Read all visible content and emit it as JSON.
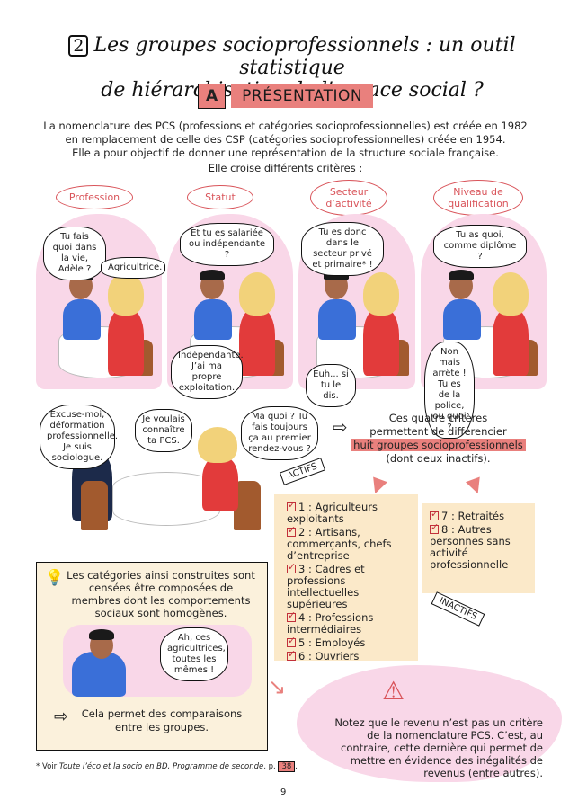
{
  "header": {
    "number": "2",
    "title_line1": "Les groupes socioprofessionnels : un outil statistique",
    "title_line2": "de hiérarchisation de l’espace social ?",
    "section_letter": "A",
    "section_title": "PRÉSENTATION"
  },
  "intro": {
    "line1": "La nomenclature des PCS (professions et catégories socioprofessionnelles) est créée en 1982",
    "line2": "en remplacement de celle des CSP (catégories socioprofessionnelles) créée en 1954.",
    "line3": "Elle a pour objectif de donner une représentation de la structure sociale française.",
    "line4": "Elle croise différents critères :"
  },
  "criteria": [
    "Profession",
    "Statut",
    "Secteur d’activité",
    "Niveau de qualification"
  ],
  "panels": [
    {
      "q": "Tu fais quoi dans la vie, Adèle ?",
      "a": "Agricultrice."
    },
    {
      "q": "Et tu es salariée ou indépendante ?",
      "a": "Indépendante. J’ai ma propre exploitation."
    },
    {
      "q": "Tu es donc dans le secteur privé et primaire* !",
      "a": "Euh... si tu le dis."
    },
    {
      "q": "Tu as quoi, comme diplôme ?",
      "a": "Non mais arrête ! Tu es de la police, ou quoi ?"
    }
  ],
  "panel5": {
    "b1": "Excuse-moi, déformation professionnelle. Je suis sociologue.",
    "b2": "Je voulais connaître ta PCS.",
    "b3": "Ma quoi ? Tu fais toujours ça au premier rendez-vous ?"
  },
  "criteria_result": {
    "line1": "Ces quatre critères",
    "line2": "permettent de différencier",
    "highlight": "huit groupes socioprofessionnels",
    "line4": "(dont deux inactifs)."
  },
  "tags": {
    "actifs": "ACTIFS",
    "inactifs": "INACTIFS"
  },
  "actifs_items": [
    "1 : Agriculteurs exploitants",
    "2 : Artisans, commerçants, chefs d’entreprise",
    "3 : Cadres et professions intellectuelles supérieures",
    "4 : Professions intermédiaires",
    "5 : Employés",
    "6 : Ouvriers"
  ],
  "inactifs_items": [
    "7 : Retraités",
    "8 : Autres personnes sans activité professionnelle"
  ],
  "box": {
    "text": "Les catégories ainsi construites sont censées être composées de membres dont les comportements sociaux sont homogènes.",
    "bubble": "Ah, ces agricultrices, toutes les mêmes !",
    "bottom": "Cela permet des comparaisons entre les groupes."
  },
  "warning": {
    "text": "Notez que le revenu n’est pas un critère de la nomenclature PCS. C’est, au contraire, cette dernière qui permet de mettre en évidence des inégalités de revenus (entre autres)."
  },
  "footnote": {
    "prefix": "* Voir",
    "title": "Toute l’éco et la socio en BD, Programme de seconde",
    "page_label": ", p.",
    "page": "38"
  },
  "page_number": "9",
  "colors": {
    "accent": "#e9807d",
    "pink": "#f9d7e8",
    "red": "#d9545a"
  }
}
